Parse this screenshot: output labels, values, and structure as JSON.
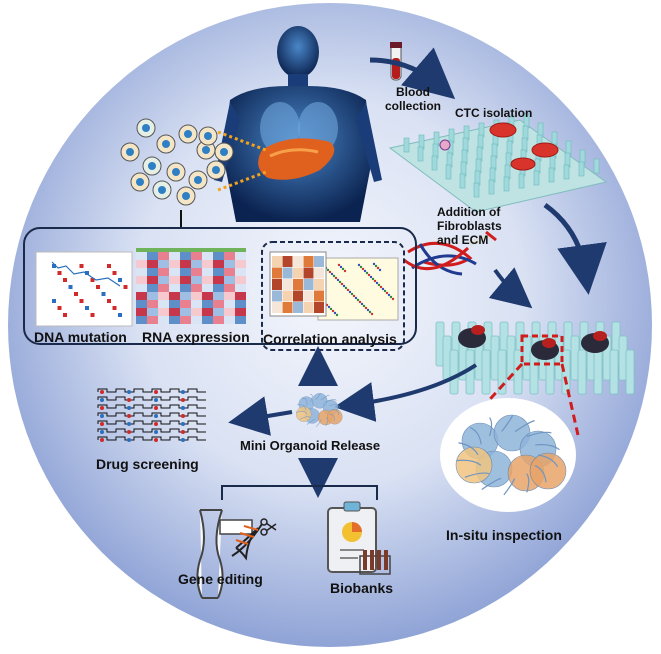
{
  "labels": {
    "blood_collection_1": "Blood",
    "blood_collection_2": "collection",
    "ctc_isolation": "CTC isolation",
    "addition_1": "Addition of",
    "addition_2": "Fibroblasts",
    "addition_3": "and ECM",
    "dna_mutation": "DNA mutation",
    "rna_expression": "RNA expression",
    "correlation_analysis": "Correlation analysis",
    "mini_organoid_release": "Mini Organoid Release",
    "drug_screening": "Drug screening",
    "gene_editing": "Gene editing",
    "biobanks": "Biobanks",
    "in_situ_inspection": "In-situ inspection"
  },
  "colors": {
    "circle_inner": "#eef2fb",
    "circle_outer": "#8fa3d6",
    "arrow": "#1f3a6e",
    "red_dash": "#d01c1c",
    "pillar": "#9fdada",
    "pillar_dark": "#6fb8bd",
    "cell_blue": "#8fb4da",
    "cell_orange": "#e8a468"
  }
}
